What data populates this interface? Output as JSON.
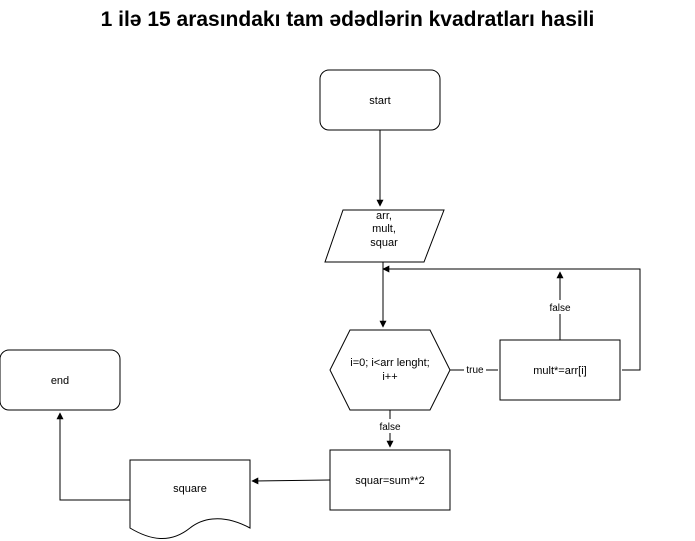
{
  "title": "1 ilə 15 arasındakı tam ədədlərin kvadratları hasili",
  "nodes": {
    "start": "start",
    "input_lines": [
      "arr,",
      "mult,",
      "squar"
    ],
    "loop_lines": [
      "i=0; i<arr lenght;",
      "i++"
    ],
    "mult": "mult*=arr[i]",
    "squar": "squar=sum**2",
    "output": "square",
    "end": "end"
  },
  "edges": {
    "true": "true",
    "false_loop": "false",
    "false_exit": "false"
  }
}
